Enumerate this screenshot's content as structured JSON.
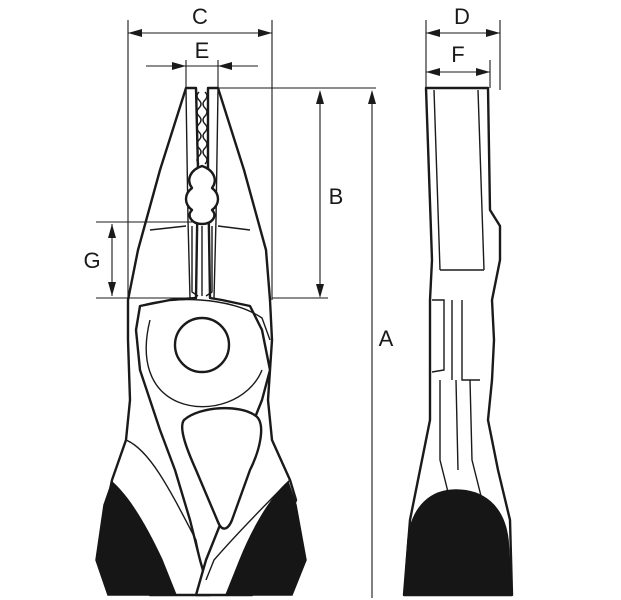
{
  "drawing": {
    "labels": {
      "a": "A",
      "b": "B",
      "c": "C",
      "d": "D",
      "e": "E",
      "f": "F",
      "g": "G"
    },
    "colors": {
      "ink": "#1a1a1a",
      "grip": "#161616",
      "background": "#ffffff"
    }
  }
}
